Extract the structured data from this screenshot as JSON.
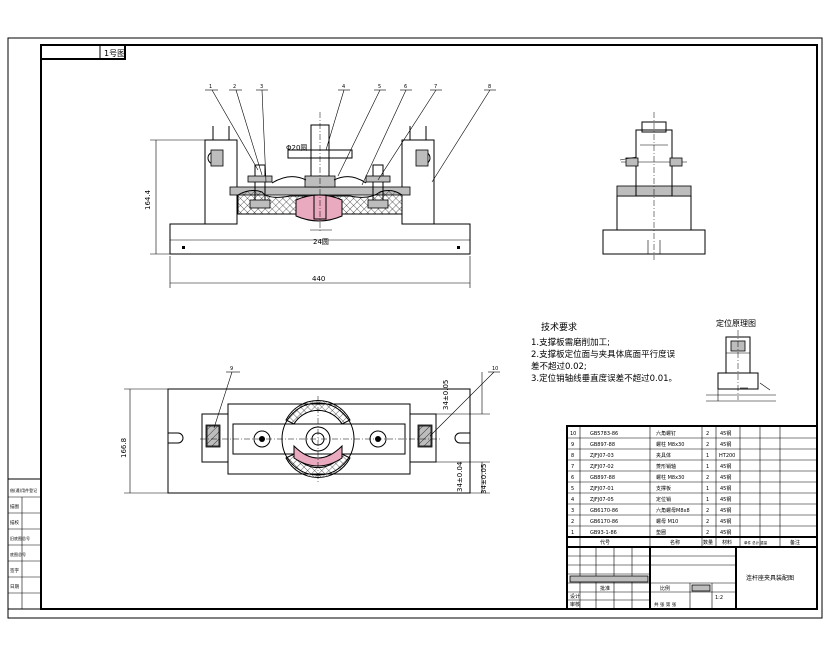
{
  "sheet": {
    "corner_tag": "1号图"
  },
  "front_view": {
    "dim_height": "164.4",
    "dim_width": "440",
    "dim_hole": "Φ20圆",
    "dim_bottom": "24圆",
    "balloons": [
      "1",
      "2",
      "3",
      "4",
      "5",
      "6",
      "7",
      "8"
    ]
  },
  "top_view": {
    "dim_height": "166.8",
    "dim_right_1": "34±0.05",
    "dim_right_2": "34±0.04",
    "dim_right_3": "34±0.05",
    "balloon_left": "9",
    "balloon_right": "10"
  },
  "tech_requirements": {
    "title": "技术要求",
    "lines": [
      "1.支撑板需磨削加工;",
      "2.支撑板定位面与夹具体底面平行度误",
      "差不超过0.02;",
      "3.定位销轴线垂直度误差不超过0.01。"
    ]
  },
  "principle_title": "定位原理图",
  "bom": {
    "rows": [
      {
        "no": "10",
        "code": "GB5783-86",
        "name": "六角螺钉",
        "qty": "2",
        "mat": "45钢"
      },
      {
        "no": "9",
        "code": "GB897-88",
        "name": "螺柱 M8x30",
        "qty": "2",
        "mat": "45钢"
      },
      {
        "no": "8",
        "code": "ZJFJ07-03",
        "name": "夹具体",
        "qty": "1",
        "mat": "HT200"
      },
      {
        "no": "7",
        "code": "ZJFJ07-02",
        "name": "菱形销轴",
        "qty": "1",
        "mat": "45钢"
      },
      {
        "no": "6",
        "code": "GB897-88",
        "name": "螺柱 M8x30",
        "qty": "2",
        "mat": "45钢"
      },
      {
        "no": "5",
        "code": "ZJFJ07-01",
        "name": "支撑板",
        "qty": "1",
        "mat": "45钢"
      },
      {
        "no": "4",
        "code": "ZJFJ07-05",
        "name": "定位销",
        "qty": "1",
        "mat": "45钢"
      },
      {
        "no": "3",
        "code": "GB6170-86",
        "name": "六角螺母M8x8",
        "qty": "2",
        "mat": "45钢"
      },
      {
        "no": "2",
        "code": "GB6170-86",
        "name": "螺母 M10",
        "qty": "2",
        "mat": "45钢"
      },
      {
        "no": "1",
        "code": "GB93-1-86",
        "name": "垫圈",
        "qty": "2",
        "mat": "45钢"
      }
    ],
    "header": {
      "no": "",
      "code": "代号",
      "name": "名称",
      "qty": "数量",
      "mat": "材料",
      "weight": "单件 总计 重量",
      "remark": "备注"
    }
  },
  "title_block": {
    "drawing_name": "连杆座夹具装配图",
    "scale_label": "比例",
    "scale": "1:2",
    "sheet_label": "共 张 第 张",
    "designer": "设计",
    "checker": "审核",
    "approve": "批准"
  },
  "left_strip": {
    "items": [
      "借(通)用件登记",
      "描图",
      "描校",
      "旧底图总号",
      "底图总号",
      "签字",
      "日期"
    ]
  }
}
